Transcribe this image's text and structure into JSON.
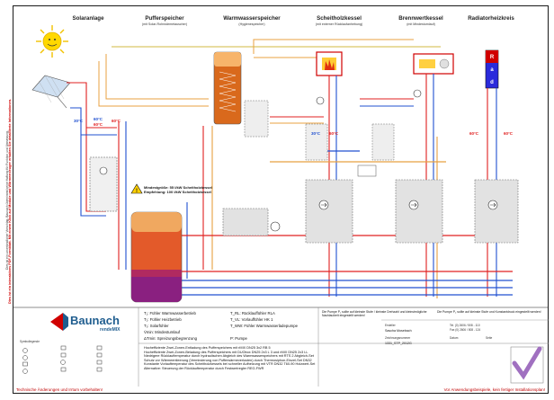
{
  "headers": [
    {
      "title": "Solaranlage",
      "subtitle": ""
    },
    {
      "title": "Pufferspeicher",
      "subtitle": "(mit Solar-Rohrwärmetauscher)"
    },
    {
      "title": "Warmwasserspeicher",
      "subtitle": "(Hygienespeicher)"
    },
    {
      "title": "Scheitholzkessel",
      "subtitle": "(mit externer Rücklaufanhebung)"
    },
    {
      "title": "Brennwertkessel",
      "subtitle": "(mit Mindestumlauf)"
    },
    {
      "title": "Radiatorheizkreis",
      "subtitle": ""
    }
  ],
  "side_notes": {
    "gray": "Dies ist ein unverbindlicher Vorschlag. Baunach übernimmt keine Haftung für Funktion und Umsetzung.",
    "red": "Dies ist ein interaktives PDF-Formblatt. Mit einem Klick auf Module und Wärmeerzeuger erhalten Sie detaillierte Informationen."
  },
  "temps": {
    "t1": "60°C",
    "t2": "60°C",
    "t3": "60°C",
    "t4": "30°C",
    "t5": "30°C",
    "t6": "60°C",
    "t7": "60°C",
    "t8": "60°C"
  },
  "radiator_label": [
    "R",
    "a",
    "d"
  ],
  "warning": {
    "line1": "Mindestgröße: 55 l/kW Scheitholzkessel",
    "line2": "Empfehlung: 100 l/kW Scheitholzkessel"
  },
  "brand": {
    "name": "Baunach",
    "sub": "rendeMIX"
  },
  "legend_left_title": "Symbollegende",
  "legend_mid": [
    "T₁: Fühler Warmwasserbetrieb",
    "T₂: Fühler Heizbetrieb",
    "T₃: Solarfühler",
    "V̇min: Mindestumlauf",
    "ΔTmin: Spreizungsbegrenzung"
  ],
  "legend_right": [
    "T_RL: Rücklauffühler RLA",
    "T_VL: Vorlauffühler HK 1",
    "T_WW: Fühler Warmwasserladepumpe",
    "",
    "P: Pumpe"
  ],
  "notes": [
    "Hocheffiziente Zwei-Zonen-Entladung des Pufferspeichers mit rMIX DN25 3x2 RB 5",
    "Hocheffiziente Zwei-Zonen-Beladung des Pufferspeichers mit DUObox DN25 2x3 L 3 und rMIX DN25 2x3 LL",
    "Niedrigere Rücklauftemperatur durch hydraulischen Abgleich des Warmwasserspeichers mit RTS 2 Abgleich-Set",
    "Schutz vor Wärmeentleerung (Verminderung von Pufferwärmeverlusten) durch Thermosiphon-Einzel-Set DN32",
    "Konstante Vorlauftemperatur des Scheitholzkessels bei schneller Aufheizung mit VTR DN32 T60-90 Holzwert-Set",
    "Alternative: Steuerung der Rücklauftemperatur durch Festwertregler REG-FWR"
  ],
  "pump_note": "Die Pumpe P₁ sollte auf kleinste Stufe / kleinste Drehzahl und kleinstmögliche Nachlaufzeit eingestellt werden!",
  "pump_note2": "Die Pumpe P₂ sollte auf kleinste Stufe und Konstantdruck eingestellt werden!",
  "title_block": {
    "label1": "Ersteller",
    "value1": "Sascha Mosebach",
    "label2": "Zeichnungsnummer",
    "value2": "1331_STP_2012G",
    "label3": "Datum",
    "value3": "Seite",
    "contact1": "Tel. (0) 2606 / 508 - 110",
    "contact2": "Fax (0) 2606 / 508 - 124"
  },
  "footer_left": "Technische Änderungen und Irrtum vorbehalten!",
  "footer_right": "Vor Anwendungsbeispiele, kein fertiger Installationsplan!"
}
